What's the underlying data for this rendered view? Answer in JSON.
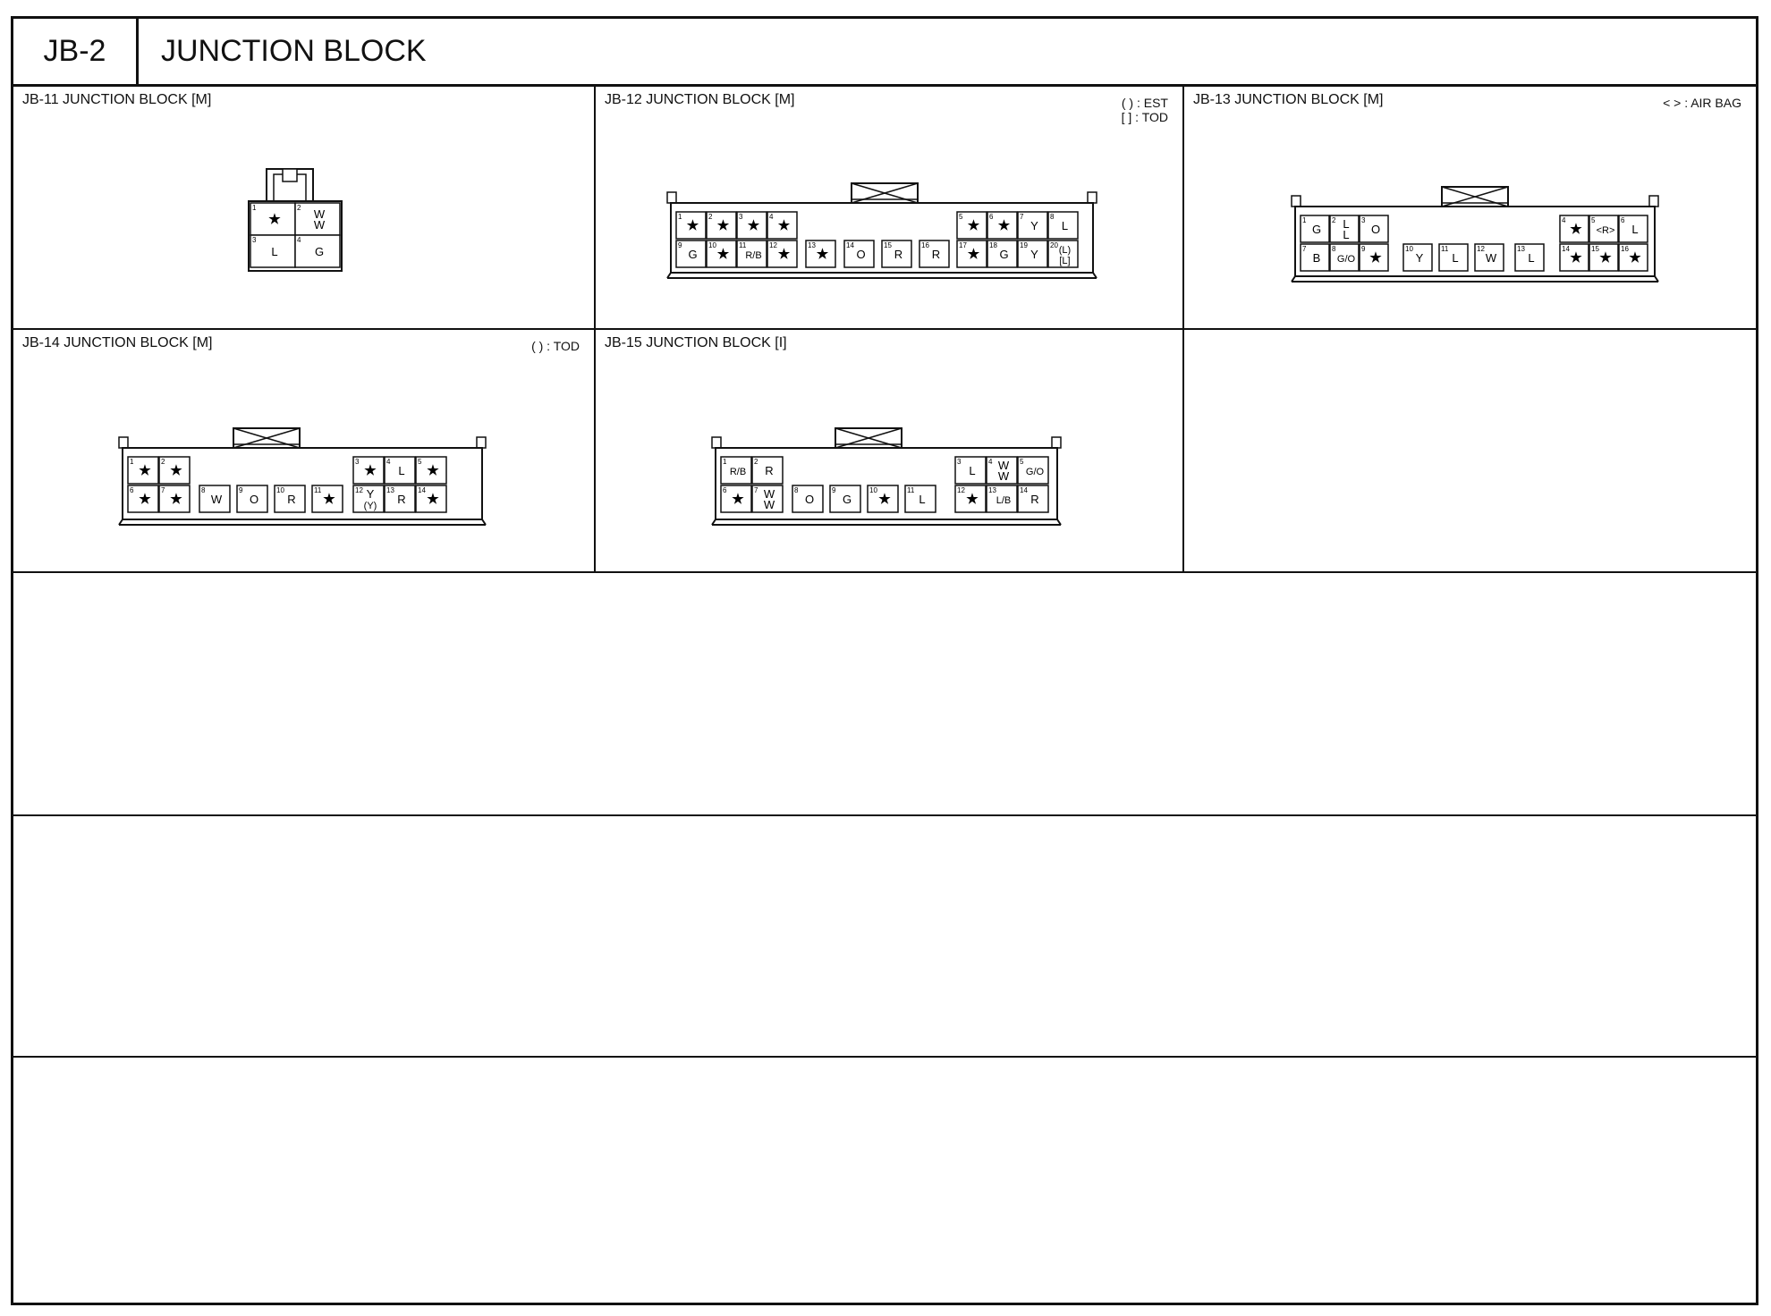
{
  "sheet": {
    "id": "JB-2",
    "title": "JUNCTION BLOCK"
  },
  "icons": {
    "star_terminal": "star-icon",
    "lock_tab": "lock-tab-icon"
  },
  "panels": [
    {
      "key": "jb11",
      "title": "JB-11 JUNCTION BLOCK [M]",
      "legend": [],
      "terminals": [
        {
          "num": "1",
          "lines": [
            "★"
          ]
        },
        {
          "num": "2",
          "lines": [
            "W",
            "W"
          ]
        },
        {
          "num": "3",
          "lines": [
            "L"
          ]
        },
        {
          "num": "4",
          "lines": [
            "G"
          ]
        }
      ]
    },
    {
      "key": "jb12",
      "title": "JB-12 JUNCTION BLOCK [M]",
      "legend": [
        "( ) : EST",
        "[ ] : TOD"
      ],
      "terminals": [
        {
          "num": "1",
          "lines": [
            "★"
          ]
        },
        {
          "num": "2",
          "lines": [
            "★"
          ]
        },
        {
          "num": "3",
          "lines": [
            "★"
          ]
        },
        {
          "num": "4",
          "lines": [
            "★"
          ]
        },
        {
          "num": "5",
          "lines": [
            "★"
          ]
        },
        {
          "num": "6",
          "lines": [
            "★"
          ]
        },
        {
          "num": "7",
          "lines": [
            "Y"
          ]
        },
        {
          "num": "8",
          "lines": [
            "L"
          ]
        },
        {
          "num": "9",
          "lines": [
            "G"
          ]
        },
        {
          "num": "10",
          "lines": [
            "★"
          ]
        },
        {
          "num": "11",
          "lines": [
            "R/B"
          ]
        },
        {
          "num": "12",
          "lines": [
            "★"
          ]
        },
        {
          "num": "13",
          "lines": [
            "★"
          ]
        },
        {
          "num": "14",
          "lines": [
            "O"
          ]
        },
        {
          "num": "15",
          "lines": [
            "R"
          ]
        },
        {
          "num": "16",
          "lines": [
            "R"
          ]
        },
        {
          "num": "17",
          "lines": [
            "★"
          ]
        },
        {
          "num": "18",
          "lines": [
            "G"
          ]
        },
        {
          "num": "19",
          "lines": [
            "Y"
          ]
        },
        {
          "num": "20",
          "lines": [
            "(L)",
            "[L]"
          ]
        }
      ]
    },
    {
      "key": "jb13",
      "title": "JB-13 JUNCTION BLOCK [M]",
      "legend": [
        "< > : AIR BAG"
      ],
      "terminals": [
        {
          "num": "1",
          "lines": [
            "G"
          ]
        },
        {
          "num": "2",
          "lines": [
            "L",
            "L"
          ]
        },
        {
          "num": "3",
          "lines": [
            "O"
          ]
        },
        {
          "num": "4",
          "lines": [
            "★"
          ]
        },
        {
          "num": "5",
          "lines": [
            "<R>"
          ]
        },
        {
          "num": "6",
          "lines": [
            "L"
          ]
        },
        {
          "num": "7",
          "lines": [
            "B"
          ]
        },
        {
          "num": "8",
          "lines": [
            "G/O"
          ]
        },
        {
          "num": "9",
          "lines": [
            "★"
          ]
        },
        {
          "num": "10",
          "lines": [
            "Y"
          ]
        },
        {
          "num": "11",
          "lines": [
            "L"
          ]
        },
        {
          "num": "12",
          "lines": [
            "W"
          ]
        },
        {
          "num": "13",
          "lines": [
            "L"
          ]
        },
        {
          "num": "14",
          "lines": [
            "★"
          ]
        },
        {
          "num": "15",
          "lines": [
            "★"
          ]
        },
        {
          "num": "16",
          "lines": [
            "★"
          ]
        }
      ]
    },
    {
      "key": "jb14",
      "title": "JB-14 JUNCTION BLOCK [M]",
      "legend": [
        "( ) : TOD"
      ],
      "terminals": [
        {
          "num": "1",
          "lines": [
            "★"
          ]
        },
        {
          "num": "2",
          "lines": [
            "★"
          ]
        },
        {
          "num": "3",
          "lines": [
            "★"
          ]
        },
        {
          "num": "4",
          "lines": [
            "L"
          ]
        },
        {
          "num": "5",
          "lines": [
            "★"
          ]
        },
        {
          "num": "6",
          "lines": [
            "★"
          ]
        },
        {
          "num": "7",
          "lines": [
            "★"
          ]
        },
        {
          "num": "8",
          "lines": [
            "W"
          ]
        },
        {
          "num": "9",
          "lines": [
            "O"
          ]
        },
        {
          "num": "10",
          "lines": [
            "R"
          ]
        },
        {
          "num": "11",
          "lines": [
            "★"
          ]
        },
        {
          "num": "12",
          "lines": [
            "Y",
            "(Y)"
          ]
        },
        {
          "num": "13",
          "lines": [
            "R"
          ]
        },
        {
          "num": "14",
          "lines": [
            "★"
          ]
        }
      ]
    },
    {
      "key": "jb15",
      "title": "JB-15 JUNCTION BLOCK [I]",
      "legend": [],
      "terminals": [
        {
          "num": "1",
          "lines": [
            "R/B"
          ]
        },
        {
          "num": "2",
          "lines": [
            "R"
          ]
        },
        {
          "num": "3",
          "lines": [
            "L"
          ]
        },
        {
          "num": "4",
          "lines": [
            "W",
            "W"
          ]
        },
        {
          "num": "5",
          "lines": [
            "G/O"
          ]
        },
        {
          "num": "6",
          "lines": [
            "★"
          ]
        },
        {
          "num": "7",
          "lines": [
            "W",
            "W"
          ]
        },
        {
          "num": "8",
          "lines": [
            "O"
          ]
        },
        {
          "num": "9",
          "lines": [
            "G"
          ]
        },
        {
          "num": "10",
          "lines": [
            "★"
          ]
        },
        {
          "num": "11",
          "lines": [
            "L"
          ]
        },
        {
          "num": "12",
          "lines": [
            "★"
          ]
        },
        {
          "num": "13",
          "lines": [
            "L/B"
          ]
        },
        {
          "num": "14",
          "lines": [
            "R"
          ]
        }
      ]
    }
  ]
}
